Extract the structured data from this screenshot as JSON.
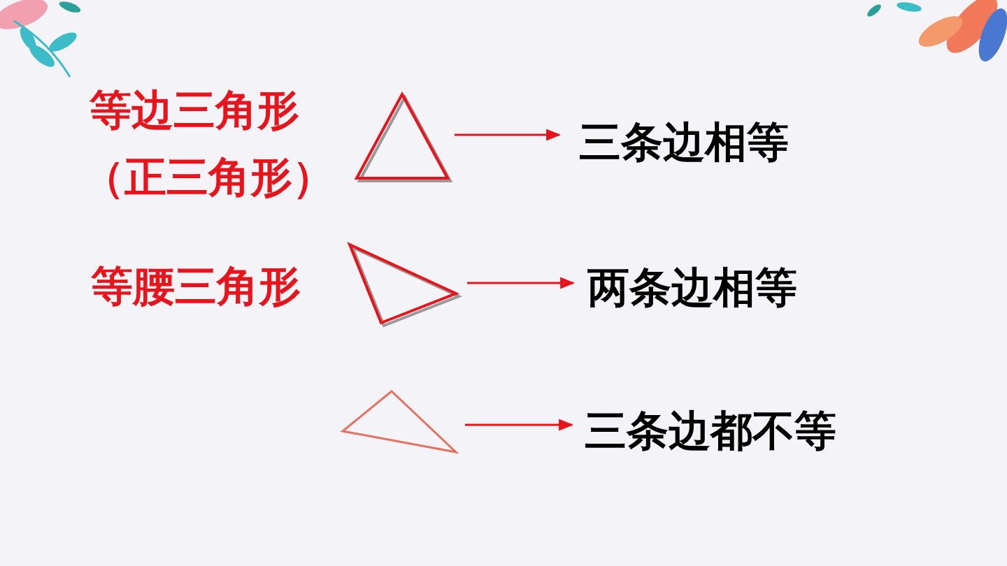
{
  "diagram": {
    "labels": [
      "等边三角形",
      "（正三角形）",
      "三条边相等",
      "等腰三角形",
      "两条边相等",
      "三条边都不等"
    ]
  }
}
